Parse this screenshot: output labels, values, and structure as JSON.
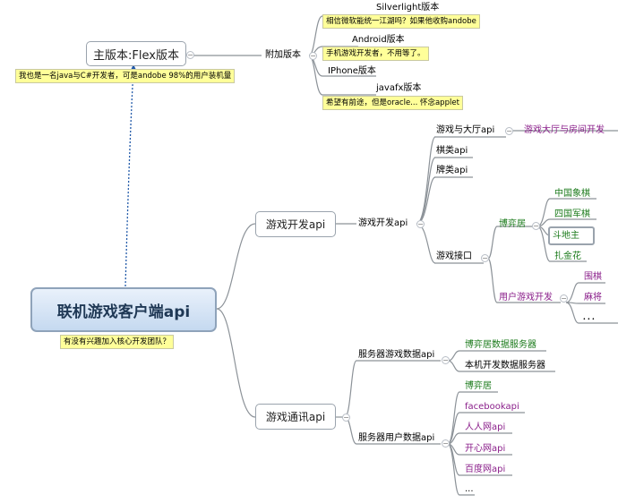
{
  "root": {
    "label": "联机游戏客户端api",
    "note": "有没有兴趣加入核心开发团队？"
  },
  "main_version": {
    "label": "主版本:Flex版本",
    "note": "我也是一名java与C#开发者，可是andobe 98%的用户装机量"
  },
  "extra": {
    "label": "附加版本",
    "items": [
      {
        "label": "Silverlight版本",
        "note": "相信微软能统一江湖吗？如果他收购andobe"
      },
      {
        "label": "Android版本",
        "note": "手机游戏开发者，不用等了。"
      },
      {
        "label": "IPhone版本"
      },
      {
        "label": "javafx版本",
        "note": "希望有前途，但是oracle... 怀念applet"
      }
    ]
  },
  "game_dev": {
    "label": "游戏开发api",
    "sub_label": "游戏开发api",
    "hall": {
      "label": "游戏与大厅api",
      "child": "游戏大厅与房间开发"
    },
    "chess": "棋类api",
    "cards": "牌类api",
    "iface": {
      "label": "游戏接口",
      "boyi": {
        "label": "博弈居",
        "items": [
          "中国象棋",
          "四国军棋",
          "斗地主",
          "扎金花"
        ]
      },
      "user": {
        "label": "用户游戏开发",
        "items": [
          "围棋",
          "麻将",
          "．．．"
        ]
      }
    }
  },
  "comm": {
    "label": "游戏通讯api",
    "server_game": {
      "label": "服务器游戏数据api",
      "items": [
        "博弈居数据服务器",
        "本机开发数据服务器"
      ]
    },
    "server_user": {
      "label": "服务器用户数据api",
      "items": [
        "博弈居",
        "facebookapi",
        "人人网api",
        "开心网api",
        "百度网api",
        "..."
      ]
    }
  }
}
